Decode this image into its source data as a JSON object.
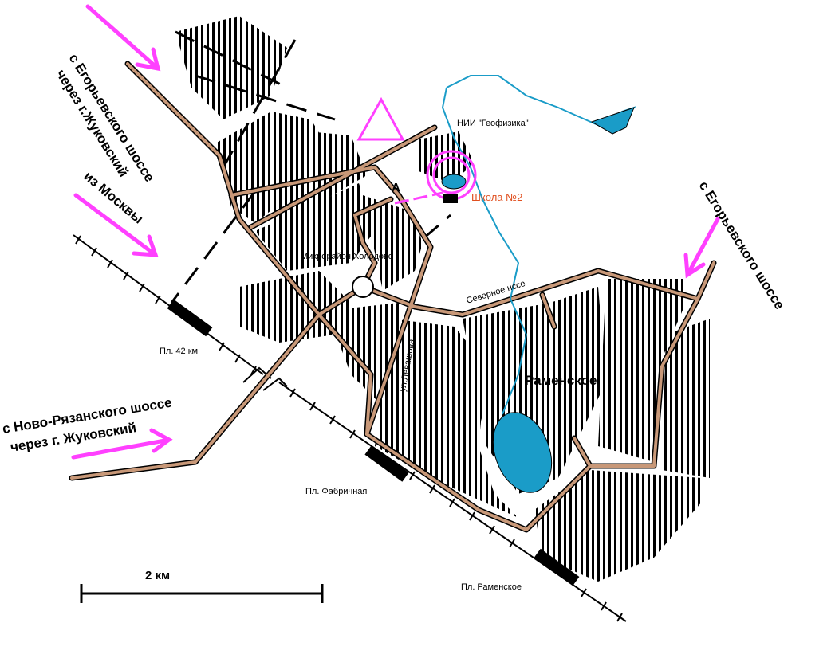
{
  "labels": {
    "from_egoryevsky_via_zhukovsky_line1": "с Егорьевского шоссе",
    "from_egoryevsky_via_zhukovsky_line2": "через г.Жуковский",
    "from_moscow": "из Москвы",
    "from_novoryazansky_line1": "с Ново-Рязанского шоссе",
    "from_novoryazansky_line2": "через г. Жуковский",
    "from_egoryevsky_right": "с Егорьевского шоссе",
    "nii_geofizika": "НИИ \"Геофизика\"",
    "school": "Школа №2",
    "point_a": "А",
    "district_kholodovo": "Микрорайон Холодово",
    "severnoe_shosse": "Северное нссе",
    "ul_levashova": "ул.Левашова",
    "ramenskoe": "Раменское",
    "platform_42km": "Пл. 42 км",
    "platform_fabrichnaya": "Пл. Фабричная",
    "platform_ramenskoe": "Пл. Раменское",
    "scale": "2 км"
  },
  "colors": {
    "road_fill": "#c89878",
    "road_outline": "#000000",
    "water": "#1a9cc8",
    "arrow": "#ff40ff",
    "school_label": "#e05020",
    "building_hatch": "#000000"
  }
}
